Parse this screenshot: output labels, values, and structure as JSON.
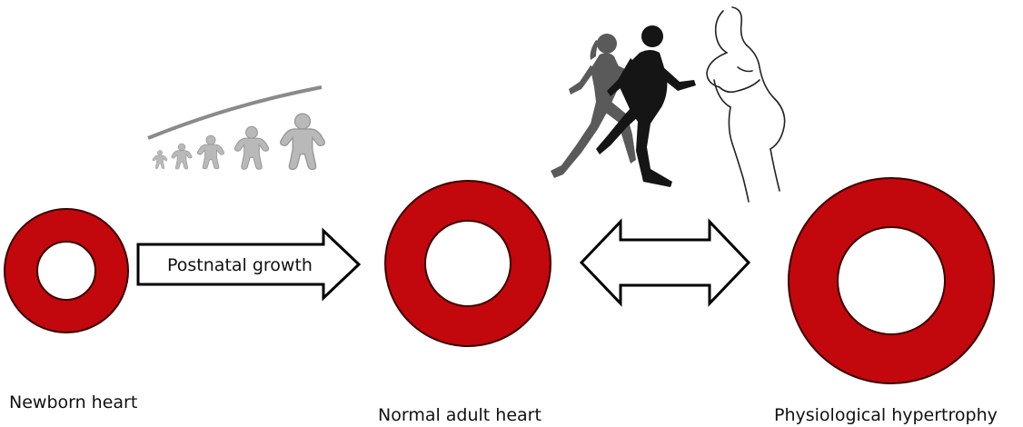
{
  "diagram": {
    "arrow_label": "Postnatal growth",
    "captions": {
      "newborn": "Newborn heart",
      "adult": "Normal adult heart",
      "hypertrophy": "Physiological hypertrophy"
    },
    "colors": {
      "heart_ring": "#c2080c",
      "heart_outline": "#3a0000",
      "figure_fill": "#b9b9b9",
      "runner_dark": "#151515",
      "runner_gray": "#5a5a5a",
      "growth_line": "#8a8a8a"
    },
    "icons": {
      "growth": "growing-children-icon",
      "exercise": "runners-icon",
      "pregnancy": "pregnant-woman-icon"
    }
  }
}
